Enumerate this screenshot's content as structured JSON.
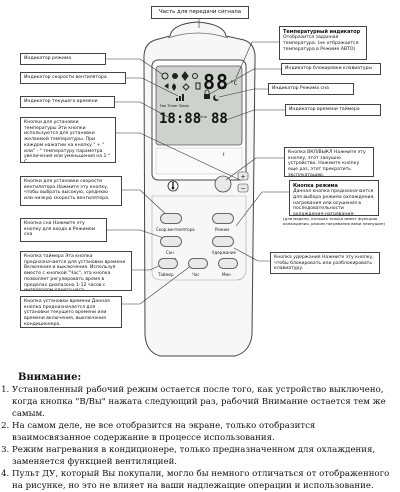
{
  "labels": {
    "signal_part": "Часть для передачи сигнала",
    "temp_indicator_title": "Температурный индикатор",
    "temp_indicator_text": "Отобразится заданная температура. (не отбражается температура в Режиме АВТО)",
    "mode_indicator": "Индикатор режима",
    "fan_speed_indicator": "Индикатор скорости вентилятора",
    "lock_indicator": "Индикатор блокировки клавиатуры",
    "current_time_indicator": "Индикатор текущего времени",
    "sleep_indicator": "Индикатор Режима сна",
    "timer_indicator": "Индикатор времени таймера",
    "temp_buttons": "Кнопки для установки температуры Эти кнопки используются для установки желаемой температуры. При каждом нажатии на кнопку \" + \" или\" - \" температуру параметра увеличения или уменьшения на 1 ° С",
    "onoff_button": "Кнопка ВКЛ/ВЫКЛ Нажмите эту кнопку, этот заоушно устройство. Нажмите кнопку еще раз, этот прекратить эксплуатацию.",
    "mode_button_title": "Кнопка режима",
    "mode_button_text": "Данная кнопка предназначается для выбора режима охлаждения, нагревания или осушения в последовательности охлаждения-нагревания-осушения-нагревания.",
    "mode_button_note": "(для модели, которая только имеет функцию охлаждения, режим нагревания вами неопущен)",
    "fan_button": "Кнопки для установки скорости вентилятора Нажмите эту кнопку, чтобы выбрать высокую, среднюю или низкую скорость вентилятора.",
    "sleep_button": "Кнопка сна Нажмите эту кнопку для входа в Режимом сна",
    "lock_button": "Кнопка удержания Нажмите эту кнопку, чтобы блокировать или разблокировать клавиатуру.",
    "timer_button": "Кнопка таймера Эта кнопка предназначается для установки времени Включения и выключения. Используя вместе с кнопкой \"Час\", эта кнопка позволяет регулировать время в пределах диапазона 1-12 часов с интервалом одного часа.",
    "clock_button": "Кнопка установки времени Данная кнопка предназначается для установки текущего времени или времени включения, выключения кондиционера."
  },
  "remote": {
    "temp_value": "88",
    "temp_unit": "°C",
    "clock_value": "18:88",
    "timer_value": "88",
    "timer_caption": "Fan Timer Sleep",
    "timer_prefix": "Time",
    "lock_caption": "ℓ",
    "buttons": {
      "fan": "Скор.вентилятора",
      "mode": "Режим",
      "sleep": "Сон",
      "lock": "Удержание",
      "timer": "Таймер",
      "hour": "Час",
      "min": "Мин"
    }
  },
  "notes": {
    "heading": "Внимание:",
    "items": [
      "Установленный рабочий режим остается после того, как устройство выключено, когда кнопка \"В/Вы\" нажата следующий раз, рабочий Внимание остается тем же самым.",
      "На самом деле, не все отобразится на экране, только отобразится взаимосвязанное содержание в процессе использования.",
      "Режим нагревания в кондиционере, только предназначенном для охлаждения, заменяется функцией вентиляцией.",
      "Пульт ДУ, который Вы покупали, могло бы немного отличаться от отображенного на рисунке, но это не влияет на ваши надлежащие операции и использование."
    ]
  }
}
